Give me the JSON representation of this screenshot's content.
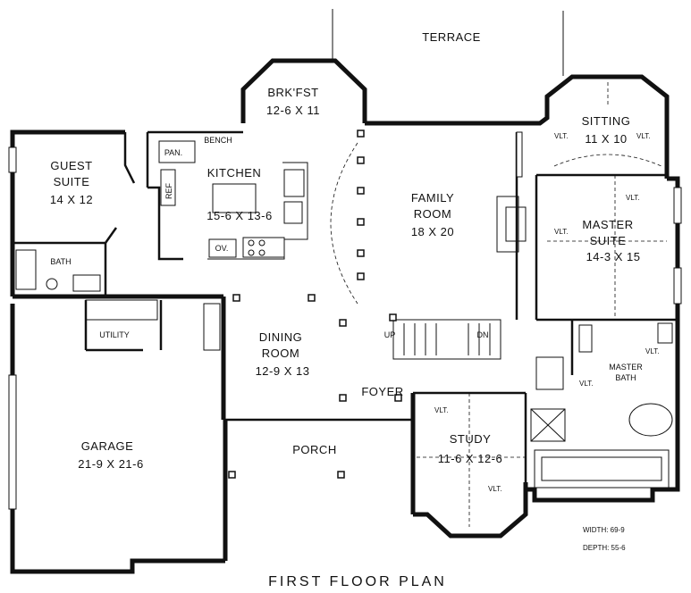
{
  "plan": {
    "title": "FIRST FLOOR PLAN",
    "width_note": "WIDTH: 69-9",
    "depth_note": "DEPTH: 55-6"
  },
  "rooms": {
    "terrace": "TERRACE",
    "breakfast": {
      "name": "BRK'FST",
      "size": "12-6 X 11"
    },
    "sitting": {
      "name": "SITTING",
      "size": "11 X 10"
    },
    "guest_suite": {
      "name1": "GUEST",
      "name2": "SUITE",
      "size": "14 X 12"
    },
    "kitchen": {
      "name": "KITCHEN",
      "size": "15-6 X 13-6"
    },
    "family_room": {
      "name1": "FAMILY",
      "name2": "ROOM",
      "size": "18 X 20"
    },
    "master_suite": {
      "name1": "MASTER",
      "name2": "SUITE",
      "size": "14-3 X 15"
    },
    "bath": "BATH",
    "pantry": "PAN.",
    "bench": "BENCH",
    "ref": "REF",
    "oven": "OV.",
    "utility": "UTILITY",
    "dining_room": {
      "name1": "DINING",
      "name2": "ROOM",
      "size": "12-9 X 13"
    },
    "foyer": "FOYER",
    "garage": {
      "name": "GARAGE",
      "size": "21-9 X 21-6"
    },
    "porch": "PORCH",
    "study": {
      "name": "STUDY",
      "size": "11-6 X 12-6"
    },
    "master_bath": {
      "name1": "MASTER",
      "name2": "BATH"
    },
    "up": "UP",
    "down": "DN",
    "vlt": "VLT."
  }
}
